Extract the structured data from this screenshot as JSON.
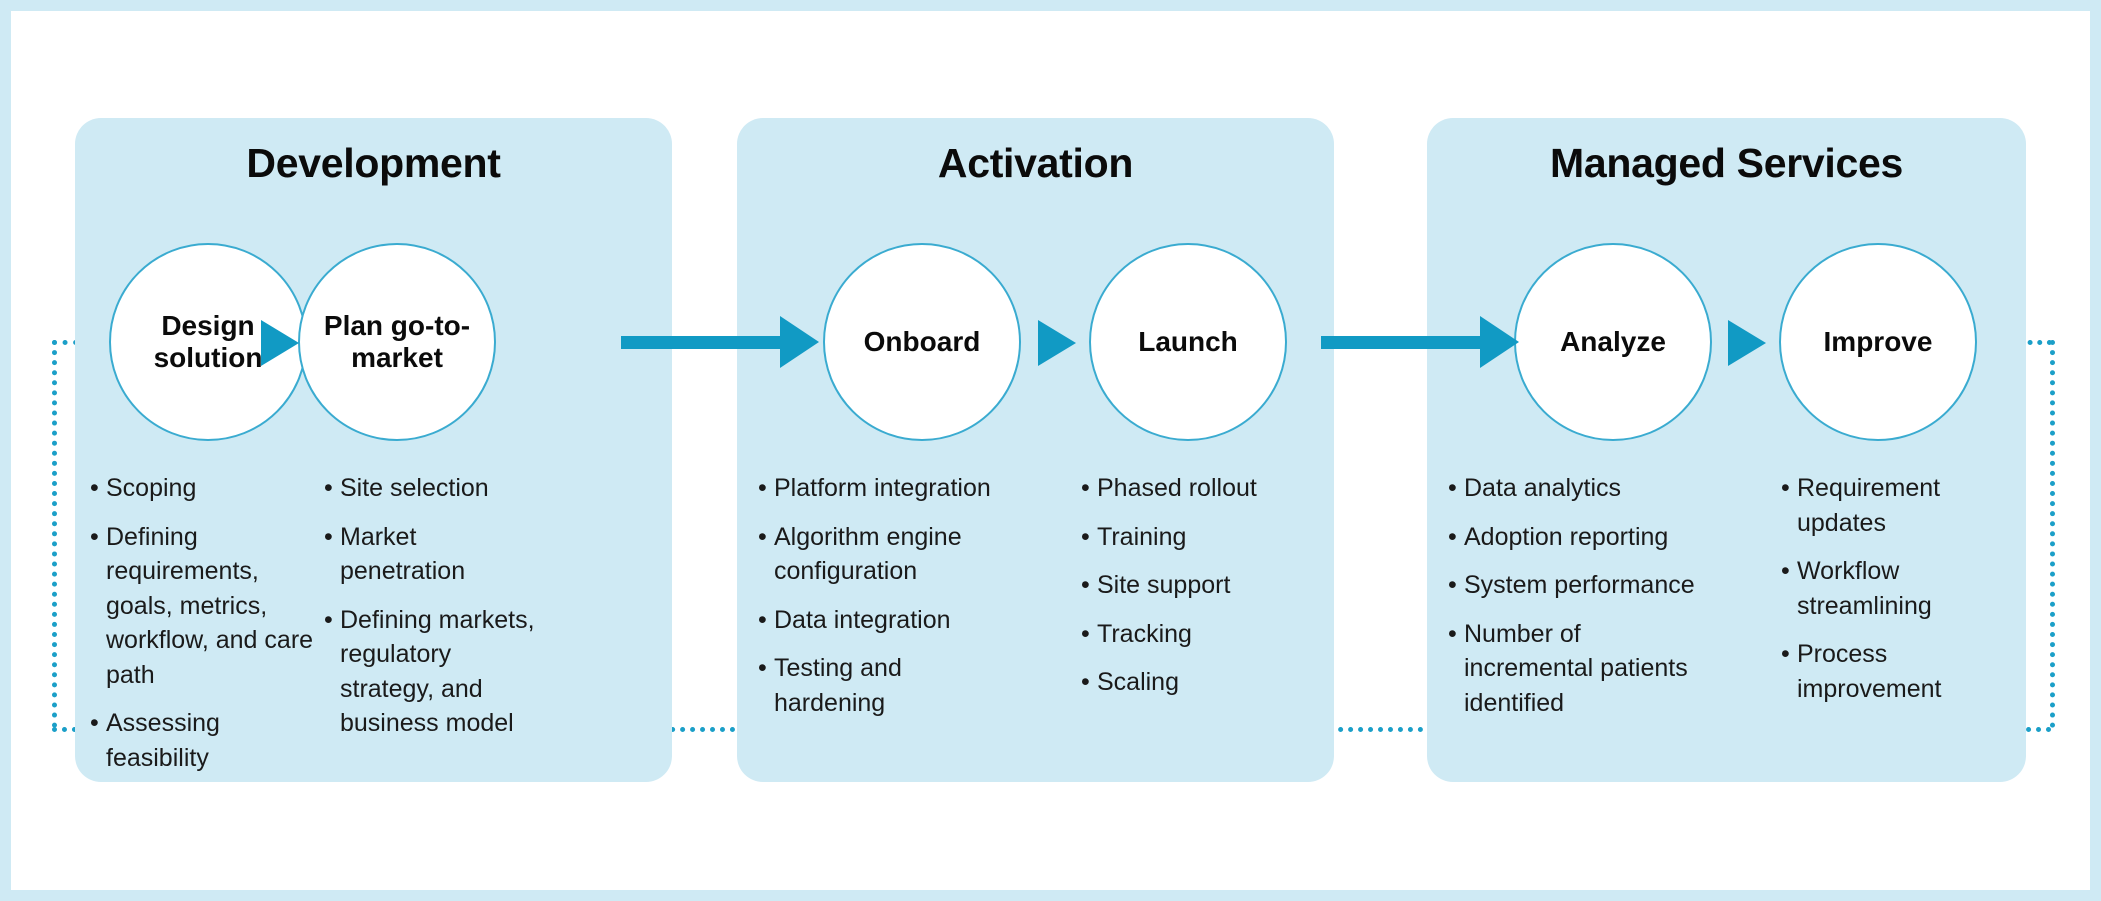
{
  "theme": {
    "frame_color": "#cfeaf4",
    "panel_bg": "#cfeaf4",
    "accent": "#119ac4",
    "circle_border": "#3aabd0",
    "dotted_loop": "#1b9fc8",
    "text": "#0b0b0b",
    "page_bg": "#ffffff"
  },
  "diagram": {
    "type": "process-flow",
    "phases": [
      {
        "title": "Development",
        "steps": [
          {
            "label": "Design solution",
            "label_lines": [
              "Design",
              "solution"
            ],
            "bullets": [
              "Scoping",
              "Defining requirements, goals, metrics, workflow, and care path",
              "Assessing feasibility"
            ]
          },
          {
            "label": "Plan go-to-market",
            "label_lines": [
              "Plan go-to-",
              "market"
            ],
            "bullets": [
              "Site selection",
              "Market penetration",
              "Defining markets, regulatory strategy, and business model"
            ]
          }
        ]
      },
      {
        "title": "Activation",
        "steps": [
          {
            "label": "Onboard",
            "label_lines": [
              "Onboard"
            ],
            "bullets": [
              "Platform integration",
              "Algorithm engine configuration",
              "Data integration",
              "Testing and hardening"
            ]
          },
          {
            "label": "Launch",
            "label_lines": [
              "Launch"
            ],
            "bullets": [
              "Phased rollout",
              "Training",
              "Site support",
              "Tracking",
              "Scaling"
            ]
          }
        ]
      },
      {
        "title": "Managed Services",
        "steps": [
          {
            "label": "Analyze",
            "label_lines": [
              "Analyze"
            ],
            "bullets": [
              "Data analytics",
              "Adoption reporting",
              "System performance",
              "Number of incremental patients identified"
            ]
          },
          {
            "label": "Improve",
            "label_lines": [
              "Improve"
            ],
            "bullets": [
              "Requirement updates",
              "Workflow streamlining",
              "Process improvement"
            ]
          }
        ]
      }
    ],
    "bullet_marker": "•",
    "feedback_loop": {
      "style": "dotted",
      "description": "Improve feeds back to Design solution"
    }
  }
}
